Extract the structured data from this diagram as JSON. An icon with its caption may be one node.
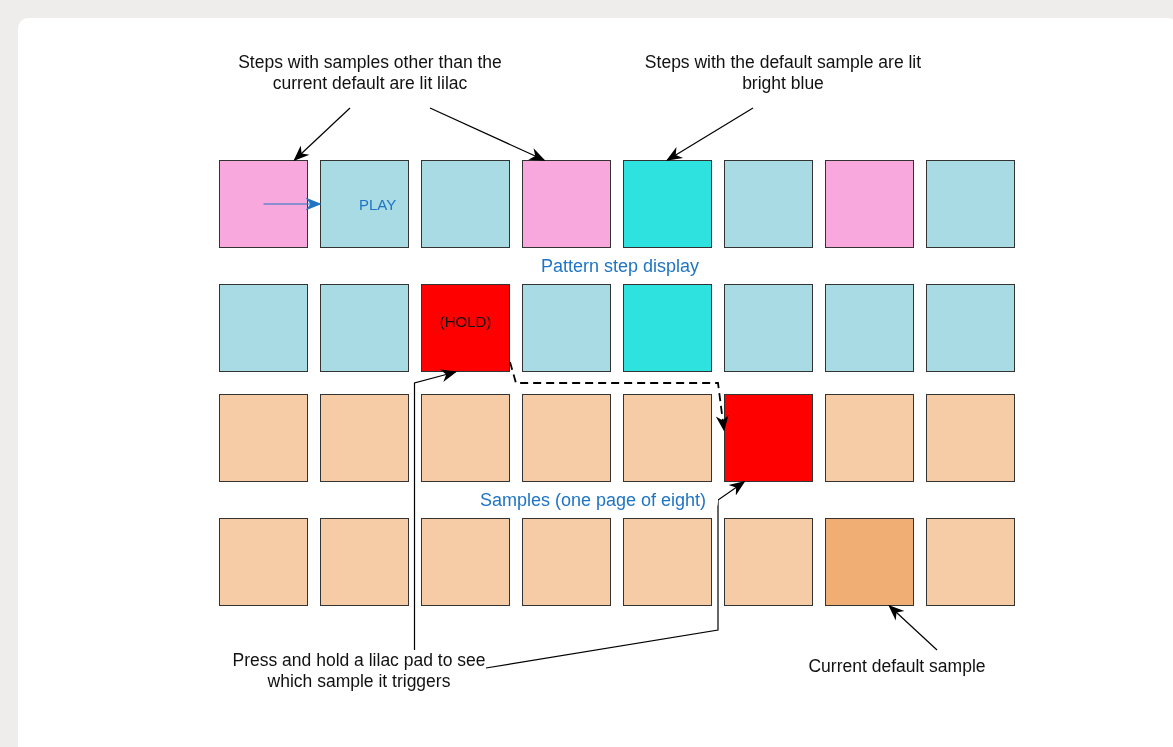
{
  "diagram": {
    "nodes": [
      {
        "text": [],
        "shape": "box"
      },
      {
        "text": [
          "PLAY"
        ]
      },
      {
        "text": [],
        "shape": "box"
      },
      {
        "text": [],
        "shape": "box"
      },
      {
        "text": [],
        "shape": "box"
      },
      {
        "text": [],
        "shape": "box"
      },
      {
        "text": [],
        "shape": "box"
      },
      {
        "text": [],
        "shape": "box"
      },
      {
        "text": [],
        "shape": "box"
      },
      {
        "text": [],
        "shape": "box"
      },
      {
        "text": [
          "(HOLD)"
        ]
      },
      {
        "text": [],
        "shape": "box"
      },
      {
        "text": [],
        "shape": "box"
      },
      {
        "text": [],
        "shape": "box"
      },
      {
        "text": [],
        "shape": "box"
      },
      {
        "text": [],
        "shape": "box"
      },
      {
        "text": [],
        "shape": "box"
      },
      {
        "text": [],
        "shape": "box"
      },
      {
        "text": [],
        "shape": "box"
      },
      {
        "text": [],
        "shape": "box"
      },
      {
        "text": [],
        "shape": "box"
      },
      {
        "text": [],
        "shape": "box"
      },
      {
        "text": [],
        "shape": "box"
      },
      {
        "text": [],
        "shape": "box"
      },
      {
        "text": [],
        "shape": "box"
      },
      {
        "text": [],
        "shape": "box"
      },
      {
        "text": [],
        "shape": "box"
      },
      {
        "text": [],
        "shape": "box"
      },
      {
        "text": [],
        "shape": "box"
      },
      {
        "text": [],
        "shape": "box"
      },
      {
        "text": [],
        "shape": "box"
      },
      {
        "text": [],
        "shape": "box"
      },
      {
        "text": [
          "Steps with samples other than the current default are lit lilac"
        ]
      },
      {
        "text": [
          "Steps with the default sample are lit bright blue"
        ]
      },
      {
        "text": [
          "Pattern step display"
        ]
      },
      {
        "text": [
          "Samples (one page of eight)"
        ]
      },
      {
        "text": [
          "Press and hold a lilac pad to see which sample it triggers"
        ]
      },
      {
        "text": [
          "Current default sample"
        ]
      }
    ],
    "edges": [
      {
        "from": 0,
        "to": 1,
        "arrow": "to",
        "color": "#1f74c4"
      },
      {
        "from": 32,
        "to": 0,
        "arrow": "to"
      },
      {
        "from": 32,
        "to": 3,
        "arrow": "to"
      },
      {
        "from": 33,
        "to": 4,
        "arrow": "to"
      },
      {
        "from": 36,
        "to": 10,
        "arrow": "to"
      },
      {
        "from": 36,
        "to": 21,
        "arrow": "to"
      },
      {
        "from": 10,
        "to": 21,
        "arrow": "to",
        "style": "dashed"
      },
      {
        "from": 37,
        "to": 30,
        "arrow": "to"
      }
    ]
  }
}
